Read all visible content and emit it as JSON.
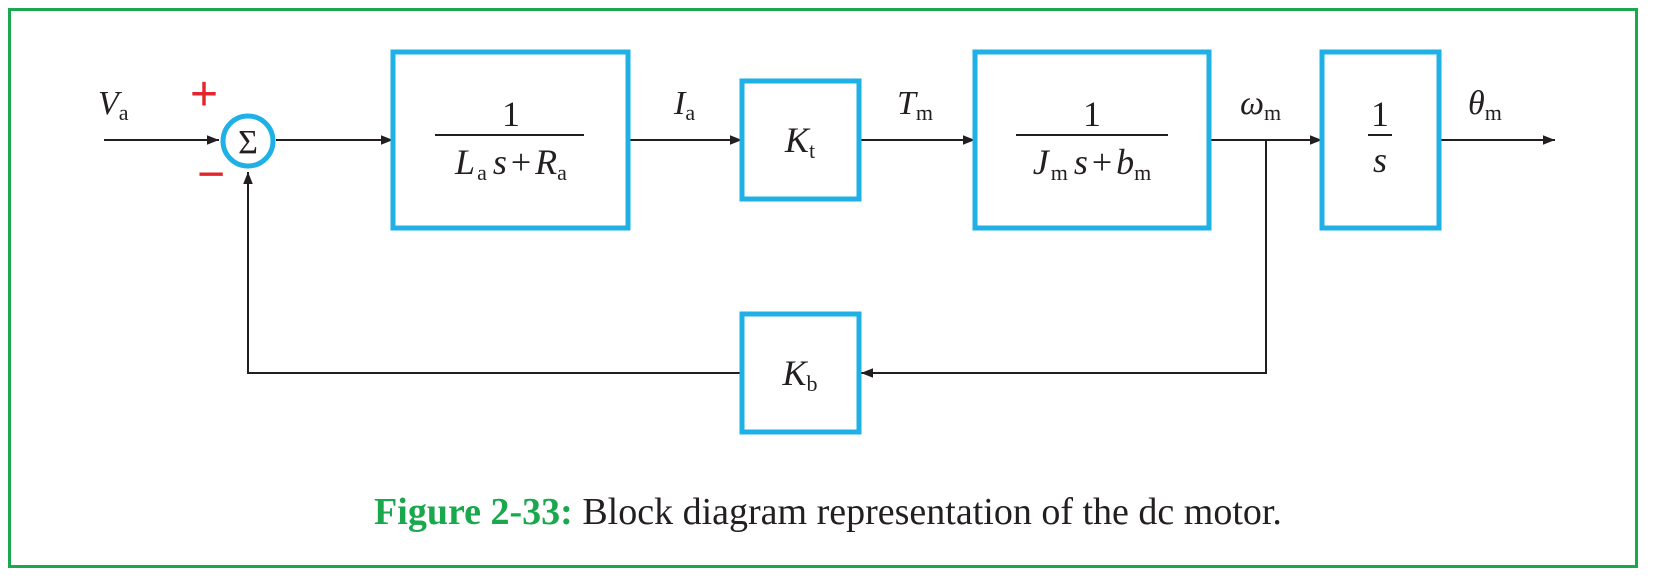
{
  "colors": {
    "frame": "#19a84e",
    "block": "#1fb1e6",
    "sign": "#e1262d",
    "line": "#231f20"
  },
  "summing_junction": {
    "symbol": "Σ",
    "plus": "+",
    "minus": "−"
  },
  "signals": {
    "input": {
      "main": "V",
      "sub": "a"
    },
    "current": {
      "main": "I",
      "sub": "a"
    },
    "torque": {
      "main": "T",
      "sub": "m"
    },
    "speed": {
      "main": "ω",
      "sub": "m"
    },
    "output": {
      "main": "θ",
      "sub": "m"
    }
  },
  "blocks": {
    "electrical": {
      "num": "1",
      "den": {
        "L": "L",
        "L_sub": "a",
        "s": "s",
        "plus": "+",
        "R": "R",
        "R_sub": "a"
      }
    },
    "torque_constant": {
      "main": "K",
      "sub": "t"
    },
    "mechanical": {
      "num": "1",
      "den": {
        "J": "J",
        "J_sub": "m",
        "s": "s",
        "plus": "+",
        "b": "b",
        "b_sub": "m"
      }
    },
    "integrator": {
      "num": "1",
      "den": "s"
    },
    "back_emf": {
      "main": "K",
      "sub": "b"
    }
  },
  "caption": {
    "label": "Figure 2-33:",
    "text": "Block diagram representation of the dc motor."
  }
}
